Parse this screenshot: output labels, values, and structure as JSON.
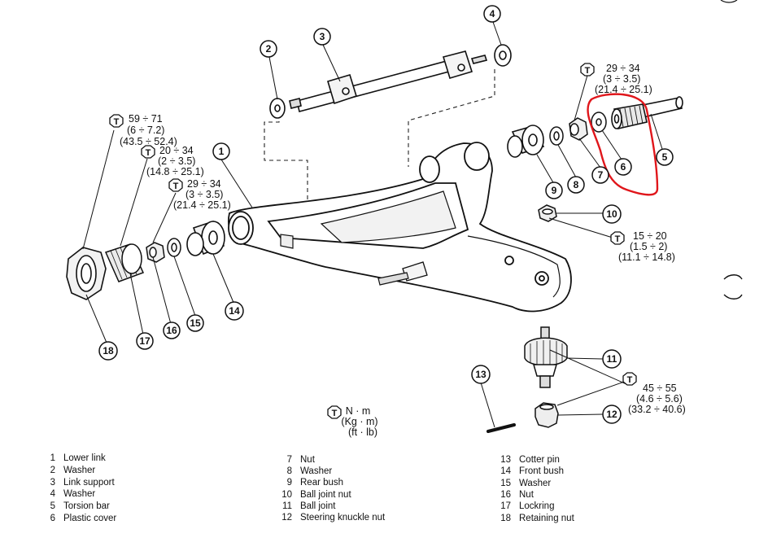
{
  "callouts": [
    "1",
    "2",
    "3",
    "4",
    "5",
    "6",
    "7",
    "8",
    "9",
    "10",
    "11",
    "12",
    "13",
    "14",
    "15",
    "16",
    "17",
    "18"
  ],
  "torque": {
    "symbol": "T",
    "unit_lines": [
      "N · m",
      "(Kg · m)",
      "(ft · lb)"
    ],
    "specs": [
      {
        "lines": [
          "59 ÷ 71",
          "(6 ÷ 7.2)",
          "(43.5 ÷ 52.4)"
        ]
      },
      {
        "lines": [
          "20 ÷ 34",
          "(2 ÷ 3.5)",
          "(14.8 ÷ 25.1)"
        ]
      },
      {
        "lines": [
          "29 ÷ 34",
          "(3 ÷ 3.5)",
          "(21.4 ÷ 25.1)"
        ]
      },
      {
        "lines": [
          "29 ÷ 34",
          "(3 ÷ 3.5)",
          "(21.4 ÷ 25.1)"
        ]
      },
      {
        "lines": [
          "15 ÷ 20",
          "(1.5 ÷ 2)",
          "(11.1 ÷ 14.8)"
        ]
      },
      {
        "lines": [
          "45 ÷ 55",
          "(4.6 ÷ 5.6)",
          "(33.2 ÷ 40.6)"
        ]
      }
    ]
  },
  "legend": [
    {
      "num": "1",
      "name": "Lower link"
    },
    {
      "num": "2",
      "name": "Washer"
    },
    {
      "num": "3",
      "name": "Link support"
    },
    {
      "num": "4",
      "name": "Washer"
    },
    {
      "num": "5",
      "name": "Torsion bar"
    },
    {
      "num": "6",
      "name": "Plastic cover"
    },
    {
      "num": "7",
      "name": "Nut"
    },
    {
      "num": "8",
      "name": "Washer"
    },
    {
      "num": "9",
      "name": "Rear bush"
    },
    {
      "num": "10",
      "name": "Ball joint nut"
    },
    {
      "num": "11",
      "name": "Ball joint"
    },
    {
      "num": "12",
      "name": "Steering knuckle nut"
    },
    {
      "num": "13",
      "name": "Cotter pin"
    },
    {
      "num": "14",
      "name": "Front bush"
    },
    {
      "num": "15",
      "name": "Washer"
    },
    {
      "num": "16",
      "name": "Nut"
    },
    {
      "num": "17",
      "name": "Lockring"
    },
    {
      "num": "18",
      "name": "Retaining nut"
    }
  ],
  "highlight_color": "#e0161b"
}
